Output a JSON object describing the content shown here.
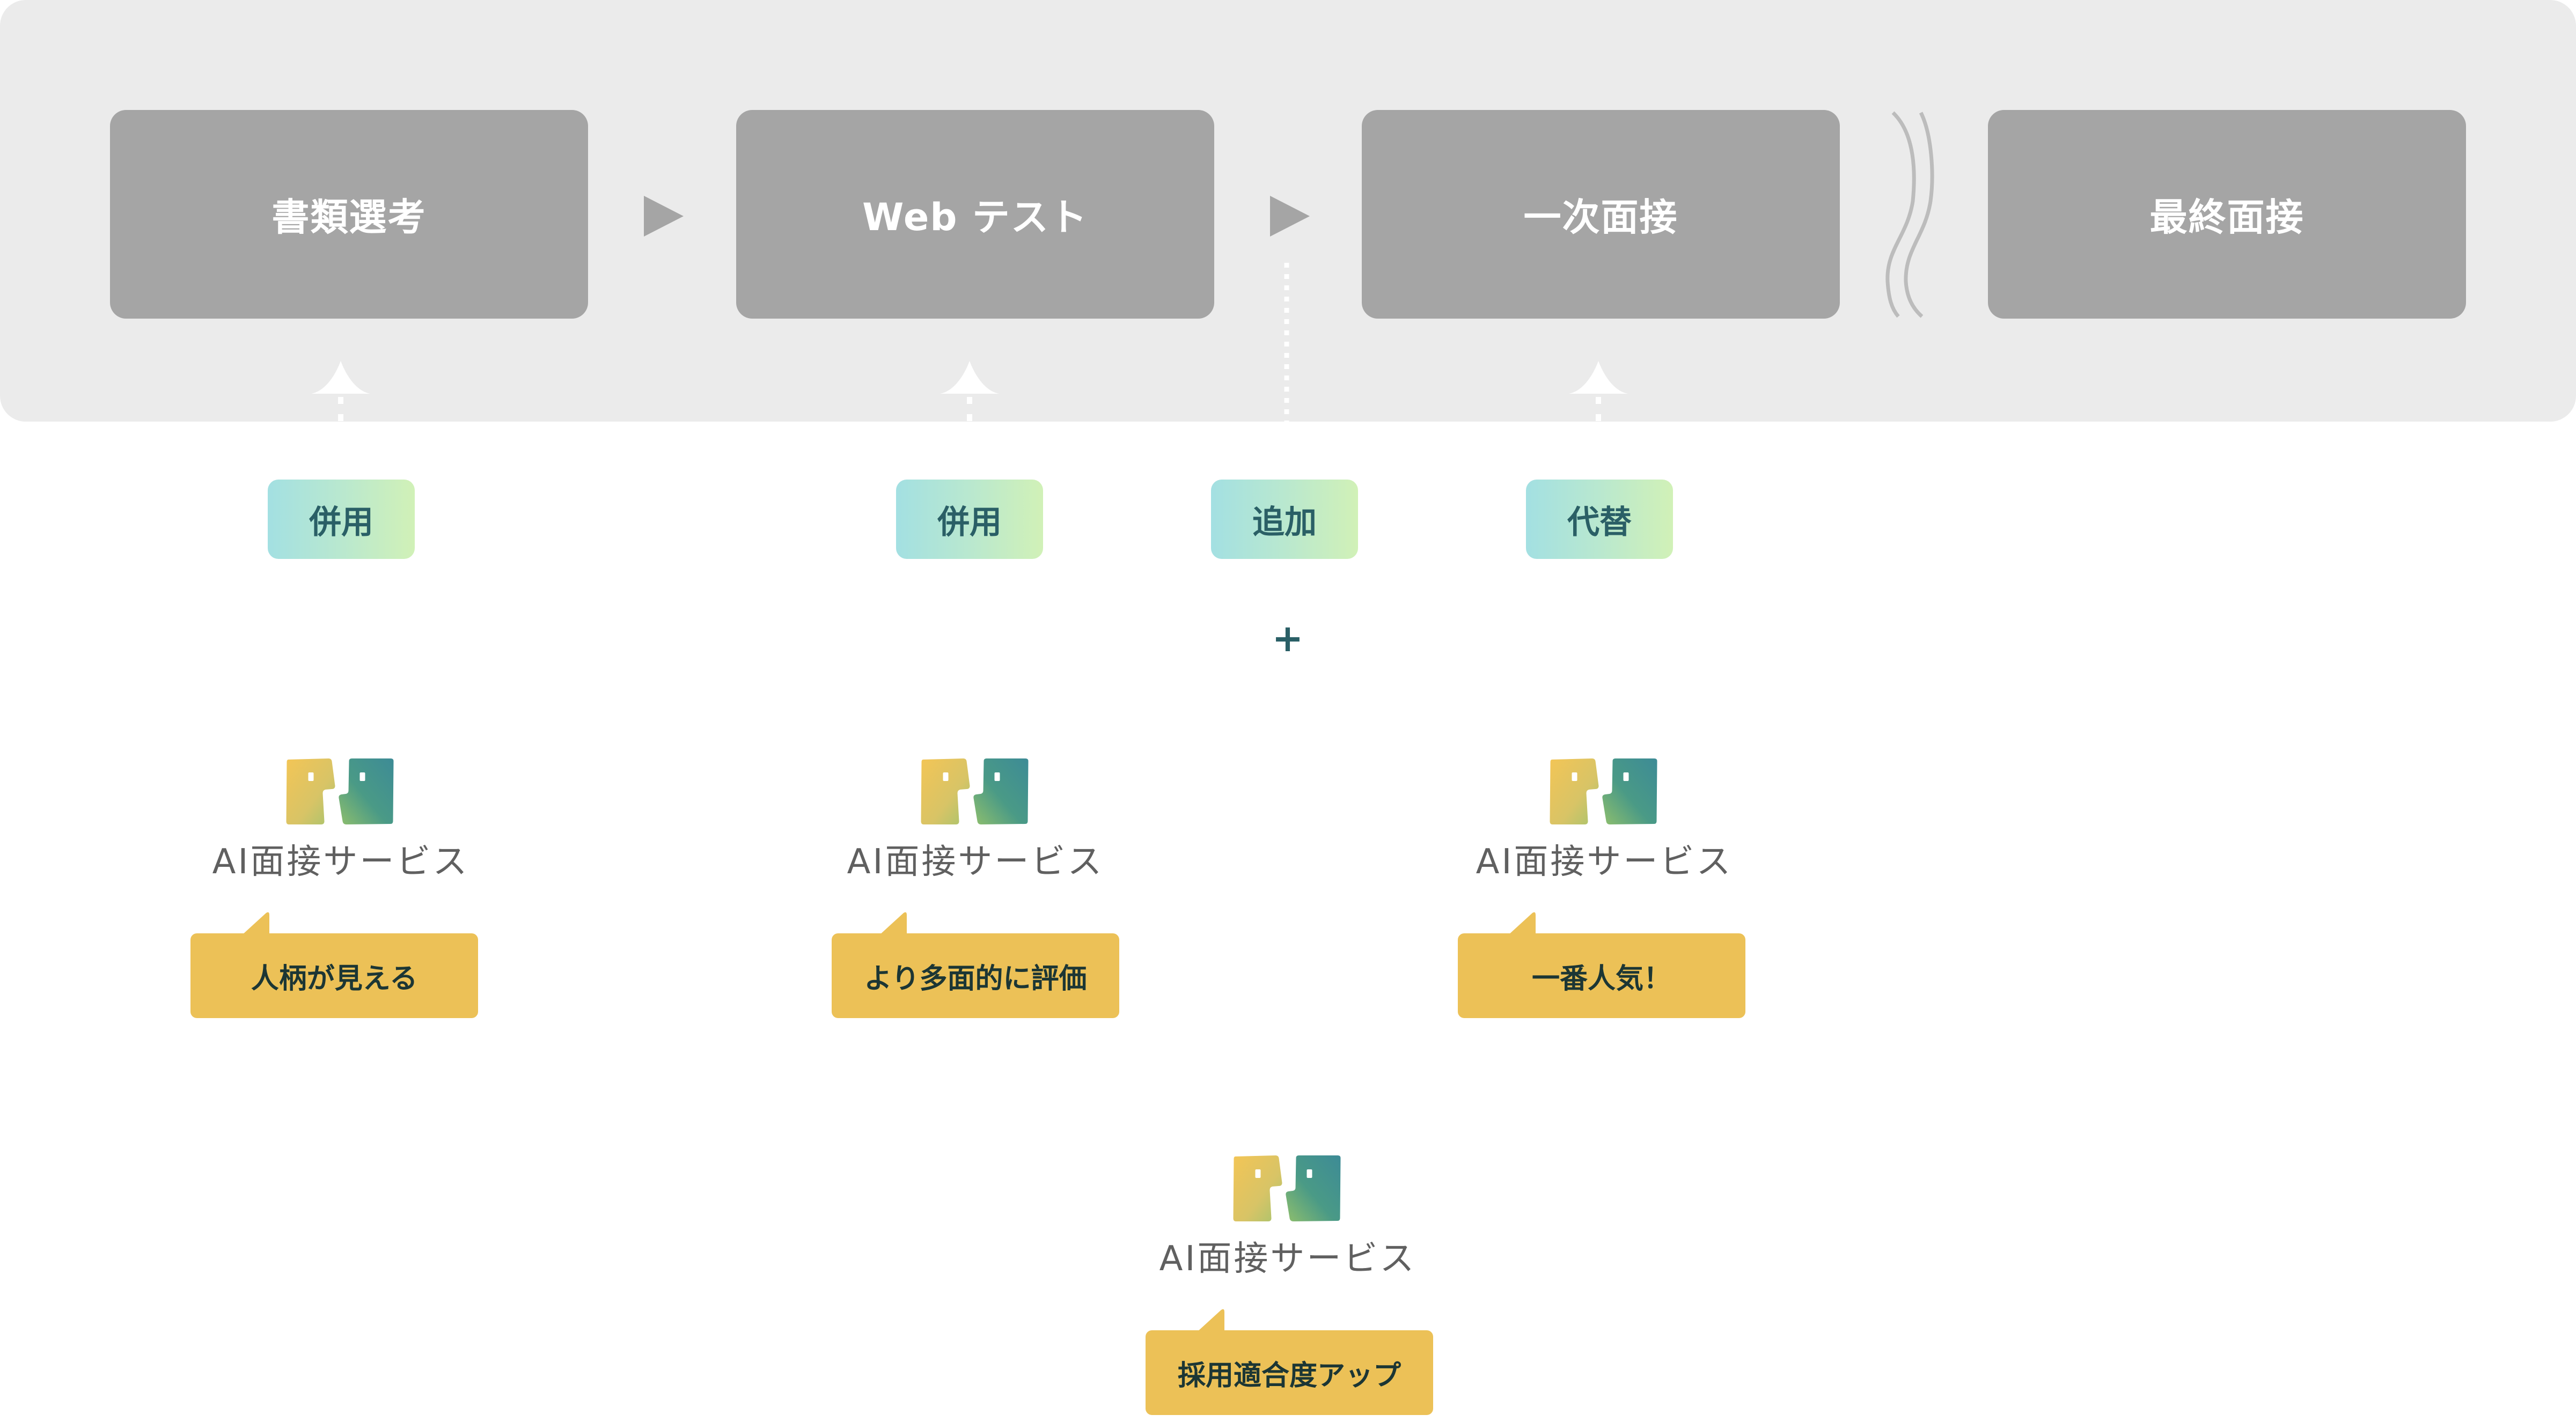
{
  "flow": {
    "stages": [
      {
        "label": "書類選考"
      },
      {
        "label": "Web テスト"
      },
      {
        "label": "一次面接"
      },
      {
        "label": "最終面接"
      }
    ],
    "gap_marker": "omitted-steps-wave-icon"
  },
  "tags": [
    {
      "label": "併用",
      "target_stage": "書類選考"
    },
    {
      "label": "併用",
      "target_stage": "Web テスト"
    },
    {
      "label": "追加",
      "target_stage": "Web テスト → 一次面接"
    },
    {
      "label": "代替",
      "target_stage": "一次面接"
    }
  ],
  "plus_symbol": "+",
  "services": [
    {
      "name": "AI面接サービス",
      "bubble": "人柄が見える"
    },
    {
      "name": "AI面接サービス",
      "bubble": "より多面的に評価"
    },
    {
      "name": "AI面接サービス",
      "bubble": "一番人気！"
    },
    {
      "name": "AI面接サービス",
      "bubble": "採用適合度アップ"
    }
  ],
  "colors": {
    "panel_bg": "#ebebeb",
    "stage_bg": "#a5a5a5",
    "tag_gradient_start": "#a3e0e2",
    "tag_gradient_end": "#d1f1b7",
    "tag_text": "#2a5f66",
    "bubble_bg": "#ecc157",
    "bubble_text": "#1c3634",
    "logo_yellow": "#f2c356",
    "logo_teal": "#3e8c94"
  }
}
